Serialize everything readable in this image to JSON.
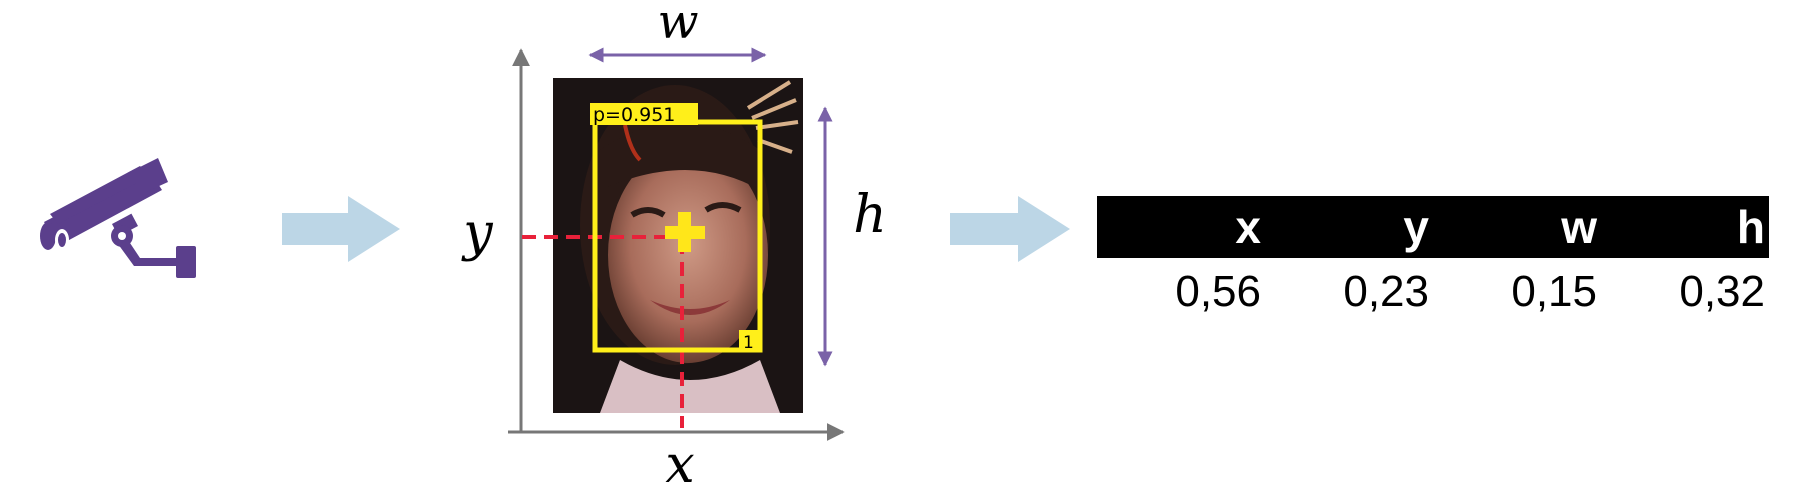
{
  "diagram": {
    "labels": {
      "w": "w",
      "h": "h",
      "x": "x",
      "y": "y"
    },
    "detection": {
      "probability_label": "p=0.951",
      "id_label": "1"
    },
    "colors": {
      "camera": "#5b3f8c",
      "arrow": "#bcd6e6",
      "dimension_arrow": "#7a62a8",
      "box": "#ffef1a",
      "guide": "#e8213a",
      "axis": "#777777"
    }
  },
  "table": {
    "headers": [
      "x",
      "y",
      "w",
      "h"
    ],
    "values": [
      "0,56",
      "0,23",
      "0,15",
      "0,32"
    ]
  }
}
